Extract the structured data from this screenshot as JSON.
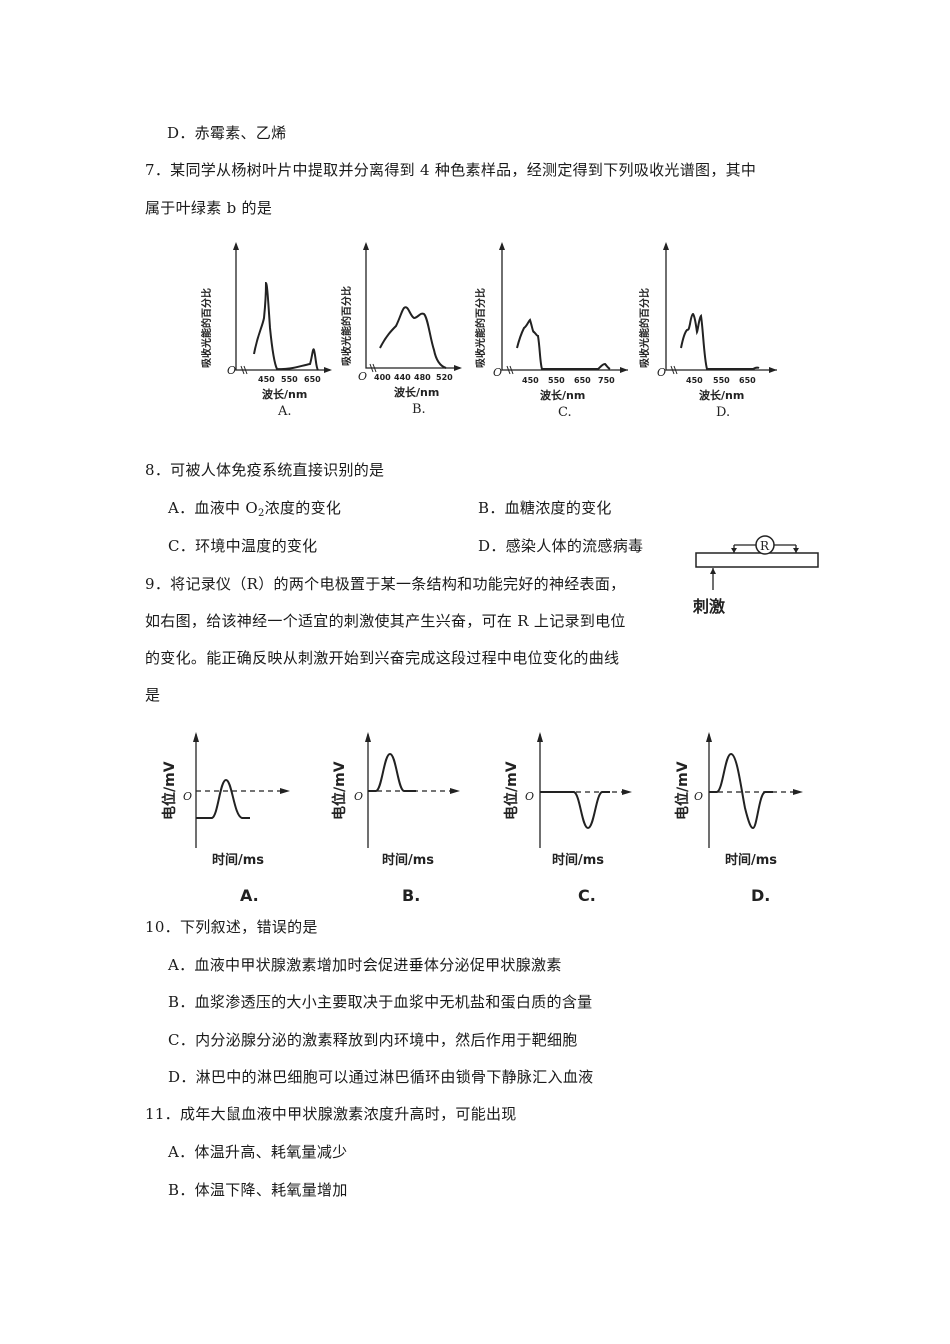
{
  "q6": {
    "option_d": "D．赤霉素、乙烯"
  },
  "q7": {
    "stem_line1": "7．某同学从杨树叶片中提取并分离得到 4 种色素样品，经测定得到下列吸收光谱图，其中",
    "stem_line2": "属于叶绿素 b 的是"
  },
  "q8": {
    "stem": "8．可被人体免疫系统直接识别的是",
    "option_a_pre": "A．血液中 O",
    "option_a_sub": "2",
    "option_a_post": "浓度的变化",
    "option_b": "B．血糖浓度的变化",
    "option_c": "C．环境中温度的变化",
    "option_d": "D．感染人体的流感病毒"
  },
  "q9": {
    "stem_line1": "9．将记录仪（R）的两个电极置于某一条结构和功能完好的神经表面，",
    "stem_line2": "如右图，给该神经一个适宜的刺激使其产生兴奋，可在 R 上记录到电位",
    "stem_line3": "的变化。能正确反映从刺激开始到兴奋完成这段过程中电位变化的曲线",
    "stem_line4": "是",
    "diagram": {
      "recorder_label": "R",
      "stimulus_label": "刺激"
    }
  },
  "q10": {
    "stem": "10．下列叙述，错误的是",
    "option_a": "A．血液中甲状腺激素增加时会促进垂体分泌促甲状腺激素",
    "option_b": "B．血浆渗透压的大小主要取决于血浆中无机盐和蛋白质的含量",
    "option_c": "C．内分泌腺分泌的激素释放到内环境中，然后作用于靶细胞",
    "option_d": "D．淋巴中的淋巴细胞可以通过淋巴循环由锁骨下静脉汇入血液"
  },
  "q11": {
    "stem": "11．成年大鼠血液中甲状腺激素浓度升高时，可能出现",
    "option_a": "A．体温升高、耗氧量减少",
    "option_b": "B．体温下降、耗氧量增加"
  },
  "chart_data": [
    {
      "type": "line",
      "title": "A.",
      "xlabel": "波长/nm",
      "ylabel": "吸收光能的百分比",
      "x_ticks": [
        "450",
        "550",
        "650"
      ],
      "x": [
        420,
        440,
        455,
        470,
        500,
        550,
        620,
        640,
        650,
        660
      ],
      "values": [
        35,
        55,
        95,
        40,
        2,
        4,
        6,
        20,
        10,
        0
      ],
      "origin_label": "O"
    },
    {
      "type": "line",
      "title": "B.",
      "xlabel": "波长/nm",
      "ylabel": "吸收光能的百分比",
      "x_ticks": [
        "400",
        "440",
        "480",
        "520"
      ],
      "x": [
        405,
        420,
        440,
        450,
        465,
        478,
        490,
        505,
        520
      ],
      "values": [
        38,
        50,
        60,
        68,
        58,
        62,
        40,
        5,
        0
      ],
      "origin_label": "O"
    },
    {
      "type": "line",
      "title": "C.",
      "xlabel": "波长/nm",
      "ylabel": "吸收光能的百分比",
      "x_ticks": [
        "450",
        "550",
        "650",
        "750"
      ],
      "x": [
        400,
        420,
        445,
        460,
        480,
        500,
        650,
        700,
        740,
        760
      ],
      "values": [
        45,
        60,
        72,
        60,
        55,
        0,
        0,
        2,
        6,
        0
      ],
      "origin_label": "O"
    },
    {
      "type": "line",
      "title": "D.",
      "xlabel": "波长/nm",
      "ylabel": "吸收光能的百分比",
      "x_ticks": [
        "450",
        "550",
        "650"
      ],
      "x": [
        410,
        425,
        445,
        460,
        475,
        495,
        650,
        670,
        690
      ],
      "values": [
        40,
        55,
        75,
        55,
        72,
        0,
        0,
        3,
        0
      ],
      "origin_label": "O"
    },
    {
      "type": "line",
      "title": "A.",
      "xlabel": "时间/ms",
      "ylabel": "电位/mV",
      "origin_label": "O",
      "description": "starts negative, single positive peak just above 0, returns negative"
    },
    {
      "type": "line",
      "title": "B.",
      "xlabel": "时间/ms",
      "ylabel": "电位/mV",
      "origin_label": "O",
      "description": "starts at 0, single positive peak, returns to 0"
    },
    {
      "type": "line",
      "title": "C.",
      "xlabel": "时间/ms",
      "ylabel": "电位/mV",
      "origin_label": "O",
      "description": "starts at 0, single negative trough, returns to 0"
    },
    {
      "type": "line",
      "title": "D.",
      "xlabel": "时间/ms",
      "ylabel": "电位/mV",
      "origin_label": "O",
      "description": "starts at 0, positive peak, then negative trough, returns to 0"
    }
  ],
  "spectra_captions": {
    "xlabel": "波长/nm",
    "ylabel": "吸收光能的百分比",
    "labels": [
      "A.",
      "B.",
      "C.",
      "D."
    ]
  },
  "potential_captions": {
    "xlabel": "时间/ms",
    "ylabel": "电位/mV",
    "labels": [
      "A.",
      "B.",
      "C.",
      "D."
    ]
  }
}
